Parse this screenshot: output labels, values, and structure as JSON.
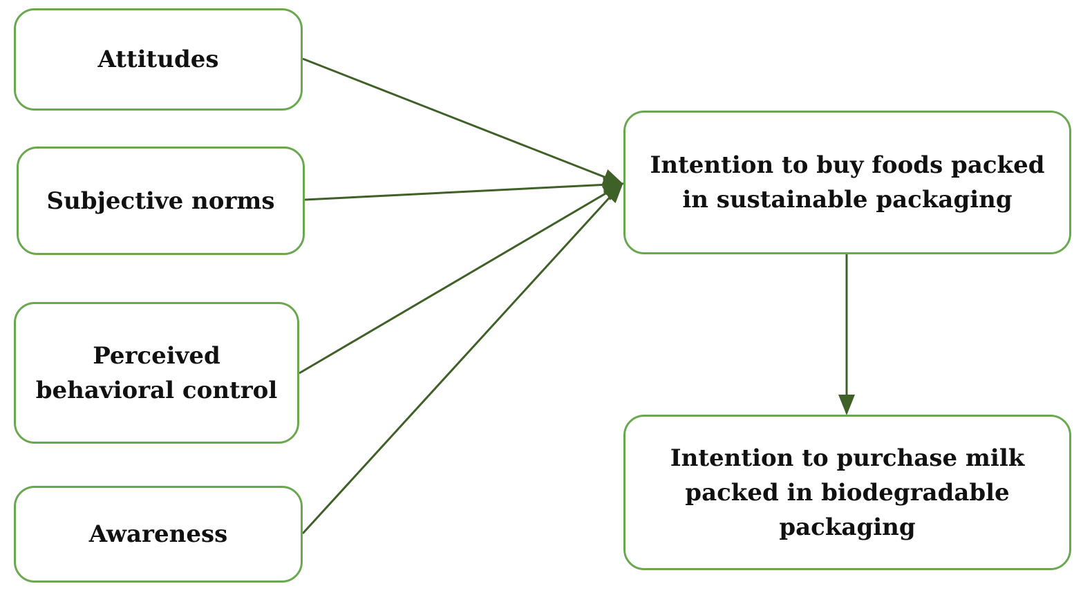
{
  "nodes": {
    "attitudes": {
      "lines": [
        "Attitudes"
      ]
    },
    "subjective_norms": {
      "lines": [
        "Subjective norms"
      ]
    },
    "perceived_behavioral_control": {
      "lines": [
        "Perceived",
        "behavioral control"
      ]
    },
    "awareness": {
      "lines": [
        "Awareness"
      ]
    },
    "intention_sustainable": {
      "lines": [
        "Intention to buy foods packed",
        "in sustainable packaging"
      ]
    },
    "intention_milk": {
      "lines": [
        "Intention to purchase milk",
        "packed in biodegradable",
        "packaging"
      ]
    }
  },
  "edges": [
    {
      "from": "attitudes",
      "to": "intention_sustainable"
    },
    {
      "from": "subjective_norms",
      "to": "intention_sustainable"
    },
    {
      "from": "perceived_behavioral_control",
      "to": "intention_sustainable"
    },
    {
      "from": "awareness",
      "to": "intention_sustainable"
    },
    {
      "from": "intention_sustainable",
      "to": "intention_milk"
    }
  ],
  "colors": {
    "box_border": "#6aa84f",
    "arrow": "#3f6128",
    "text": "#111111"
  }
}
